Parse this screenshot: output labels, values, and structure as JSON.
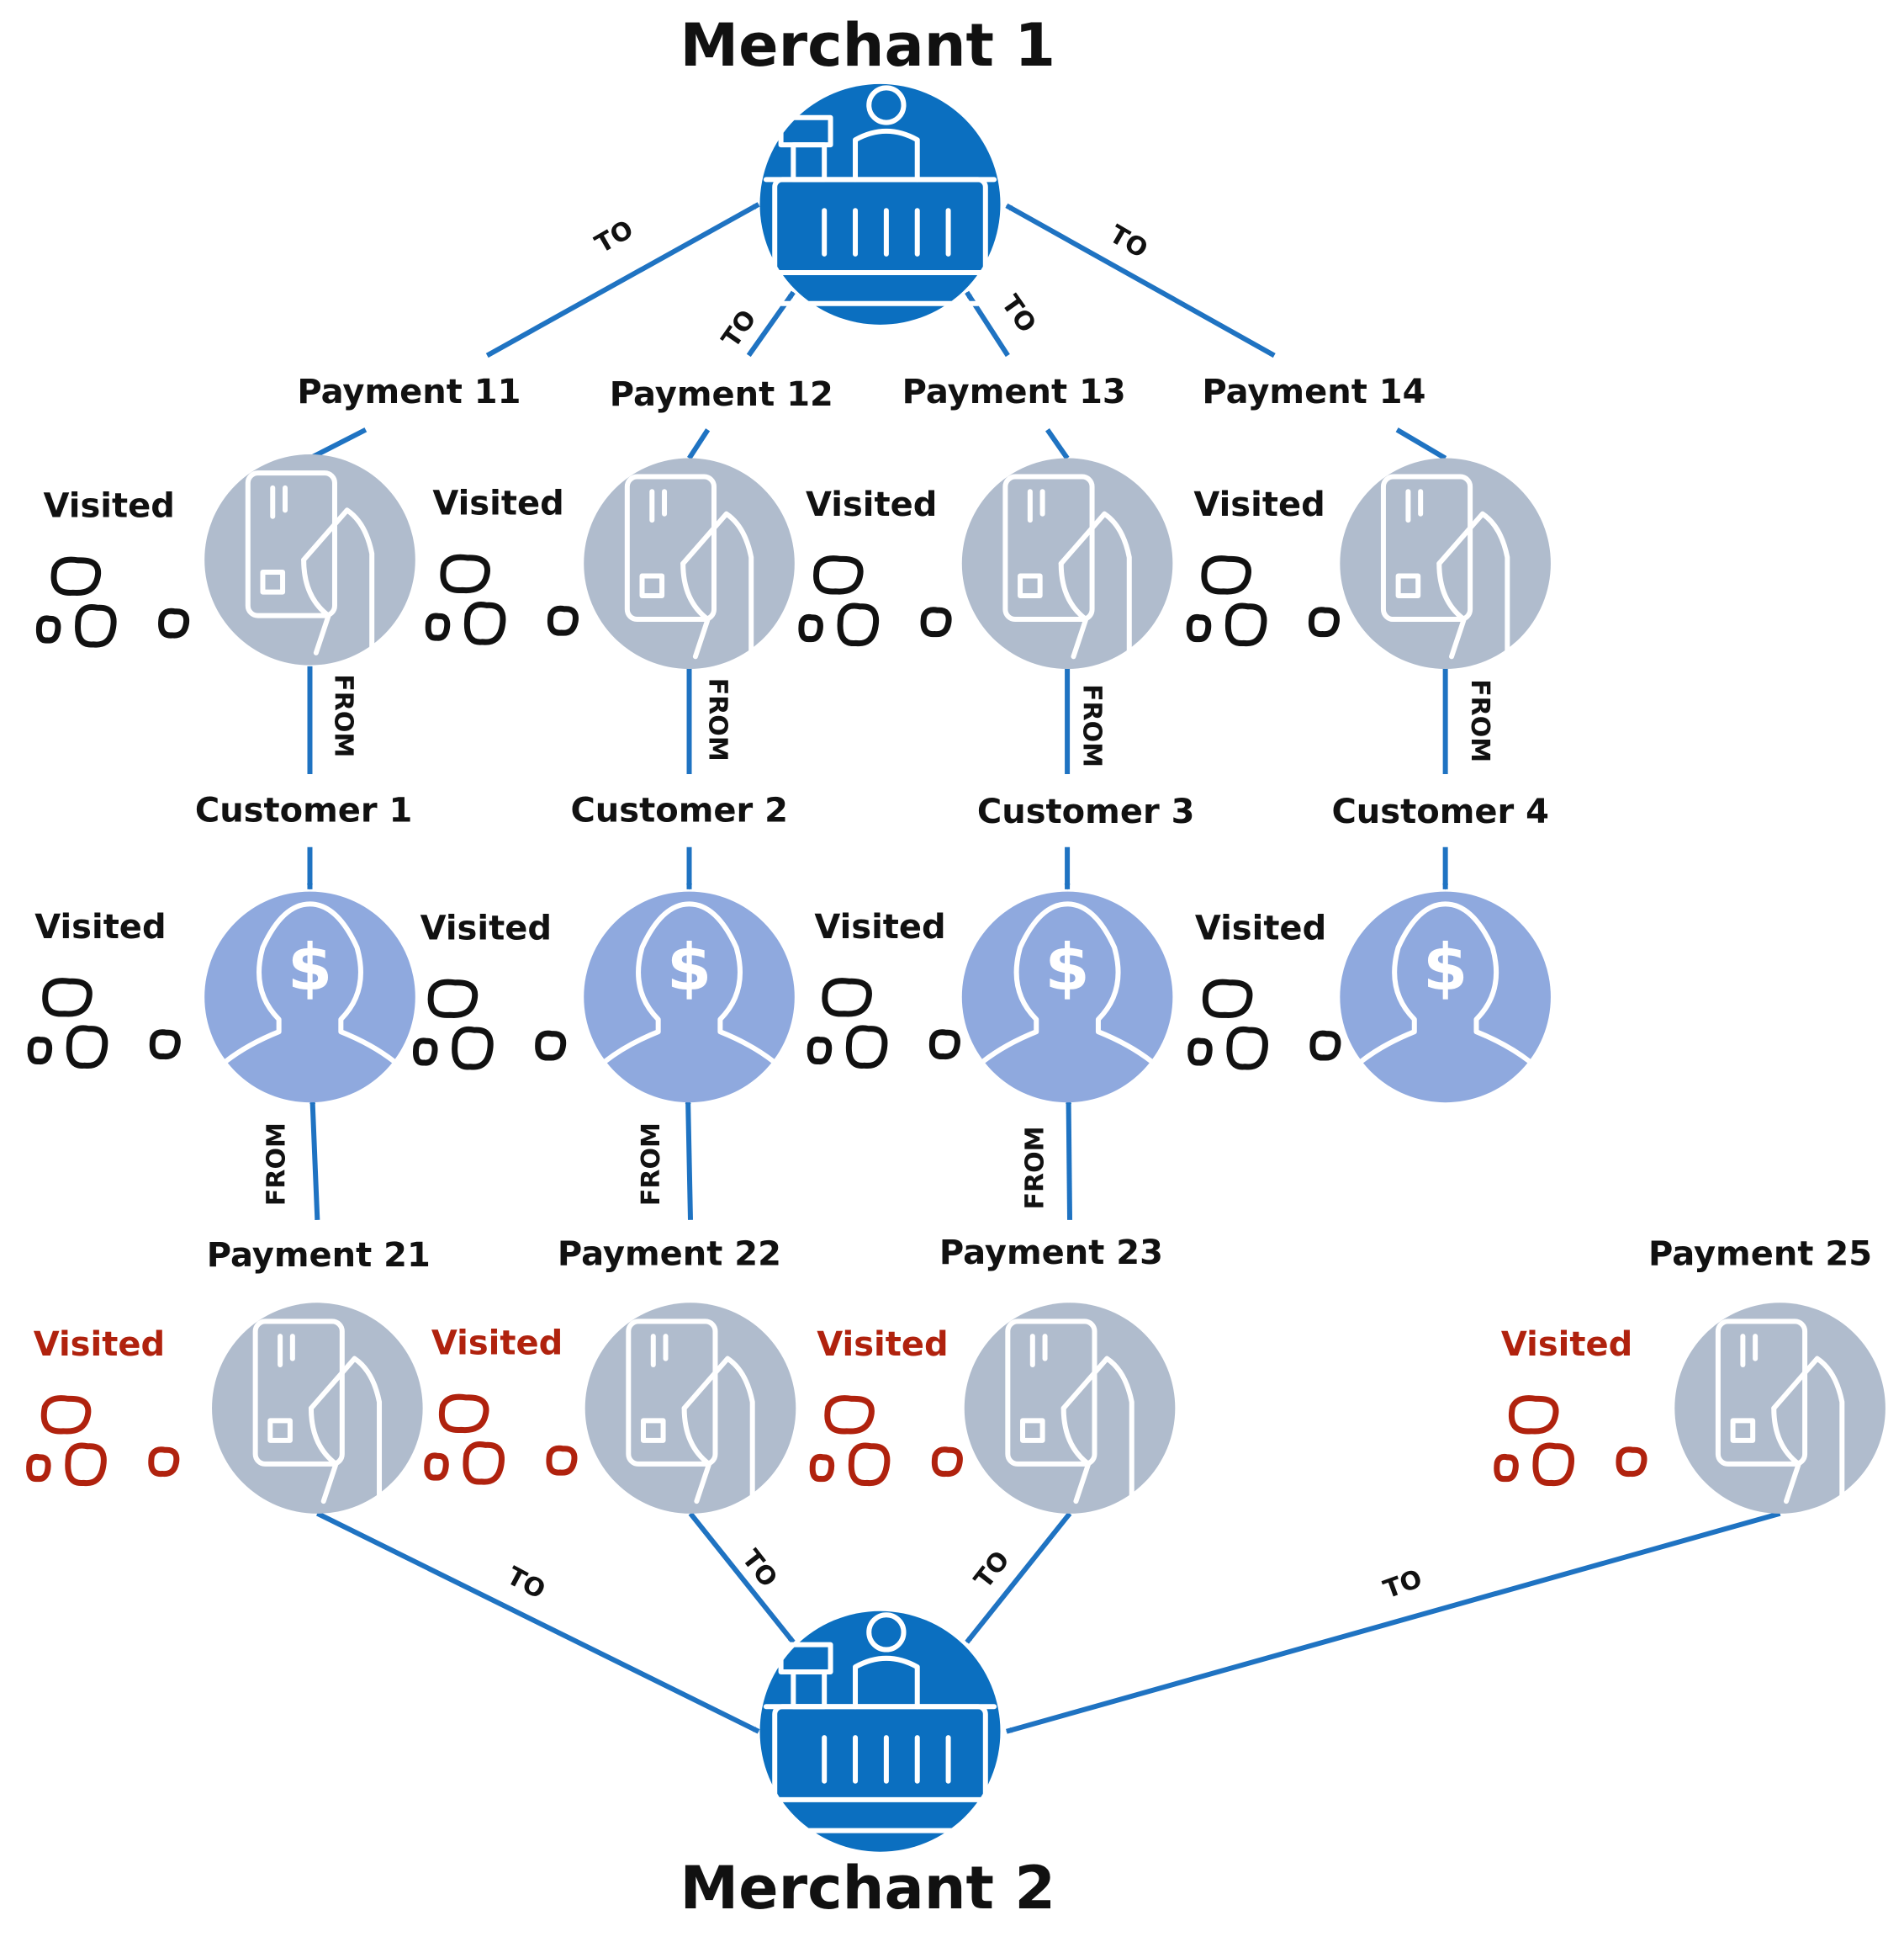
{
  "colors": {
    "edge": "#1f73c2",
    "merchant_fill": "#0b6fc0",
    "payment_fill": "#b0bccd",
    "customer_fill": "#8fa9de",
    "visited_black": "#111111",
    "visited_red": "#b0220e"
  },
  "icons": {
    "merchant": "cashier-counter-icon",
    "payment": "card-in-hand-icon",
    "customer": "person-dollar-icon"
  },
  "merchants": [
    {
      "id": "m1",
      "label": "Merchant 1"
    },
    {
      "id": "m2",
      "label": "Merchant 2"
    }
  ],
  "payments": [
    {
      "id": "p11",
      "label": "Payment 11"
    },
    {
      "id": "p12",
      "label": "Payment 12"
    },
    {
      "id": "p13",
      "label": "Payment 13"
    },
    {
      "id": "p14",
      "label": "Payment 14"
    },
    {
      "id": "p21",
      "label": "Payment 21"
    },
    {
      "id": "p22",
      "label": "Payment 22"
    },
    {
      "id": "p23",
      "label": "Payment 23"
    },
    {
      "id": "p25",
      "label": "Payment 25"
    }
  ],
  "customers": [
    {
      "id": "c1",
      "label": "Customer 1"
    },
    {
      "id": "c2",
      "label": "Customer 2"
    },
    {
      "id": "c3",
      "label": "Customer 3"
    },
    {
      "id": "c4",
      "label": "Customer 4"
    }
  ],
  "edges": [
    {
      "from": "p11",
      "to": "m1",
      "label": "TO"
    },
    {
      "from": "p12",
      "to": "m1",
      "label": "TO"
    },
    {
      "from": "p13",
      "to": "m1",
      "label": "TO"
    },
    {
      "from": "p14",
      "to": "m1",
      "label": "TO"
    },
    {
      "from": "p11",
      "to": "c1",
      "label": "FROM"
    },
    {
      "from": "p12",
      "to": "c2",
      "label": "FROM"
    },
    {
      "from": "p13",
      "to": "c3",
      "label": "FROM"
    },
    {
      "from": "p14",
      "to": "c4",
      "label": "FROM"
    },
    {
      "from": "p21",
      "to": "c1",
      "label": "FROM"
    },
    {
      "from": "p22",
      "to": "c2",
      "label": "FROM"
    },
    {
      "from": "p23",
      "to": "c3",
      "label": "FROM"
    },
    {
      "from": "p21",
      "to": "m2",
      "label": "TO"
    },
    {
      "from": "p22",
      "to": "m2",
      "label": "TO"
    },
    {
      "from": "p23",
      "to": "m2",
      "label": "TO"
    },
    {
      "from": "p25",
      "to": "m2",
      "label": "TO"
    }
  ],
  "visited_markers": [
    {
      "id": "v1",
      "label": "Visited",
      "state": "normal"
    },
    {
      "id": "v2",
      "label": "Visited",
      "state": "normal"
    },
    {
      "id": "v3",
      "label": "Visited",
      "state": "normal"
    },
    {
      "id": "v4",
      "label": "Visited",
      "state": "normal"
    },
    {
      "id": "v5",
      "label": "Visited",
      "state": "normal"
    },
    {
      "id": "v6",
      "label": "Visited",
      "state": "normal"
    },
    {
      "id": "v7",
      "label": "Visited",
      "state": "normal"
    },
    {
      "id": "v8",
      "label": "Visited",
      "state": "normal"
    },
    {
      "id": "v9",
      "label": "Visited",
      "state": "highlighted"
    },
    {
      "id": "v10",
      "label": "Visited",
      "state": "highlighted"
    },
    {
      "id": "v11",
      "label": "Visited",
      "state": "highlighted"
    },
    {
      "id": "v12",
      "label": "Visited",
      "state": "highlighted"
    }
  ]
}
